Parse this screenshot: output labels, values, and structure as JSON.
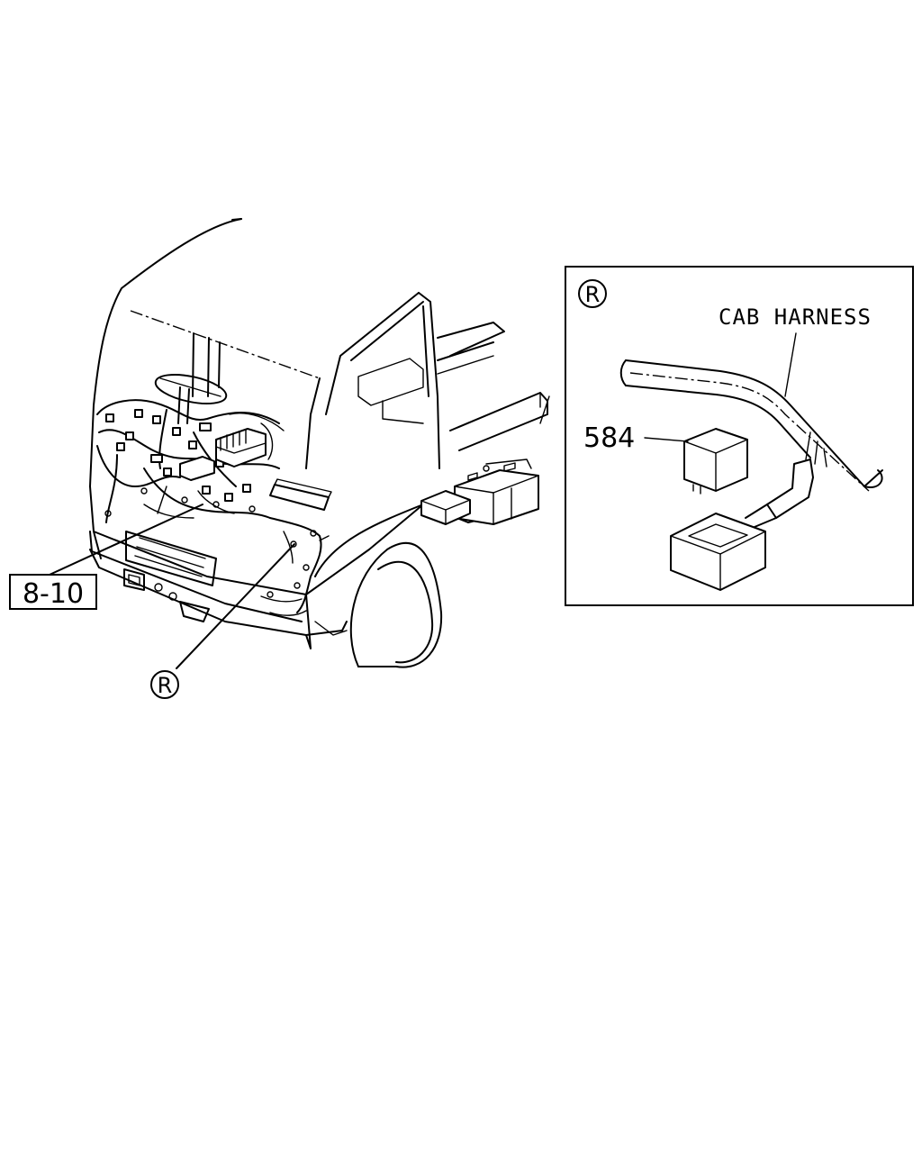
{
  "callouts": {
    "ref_box": "8-10",
    "circle_marker_main": "R",
    "circle_marker_detail": "R"
  },
  "detail": {
    "harness_label": "CAB HARNESS",
    "part_number": "584"
  }
}
